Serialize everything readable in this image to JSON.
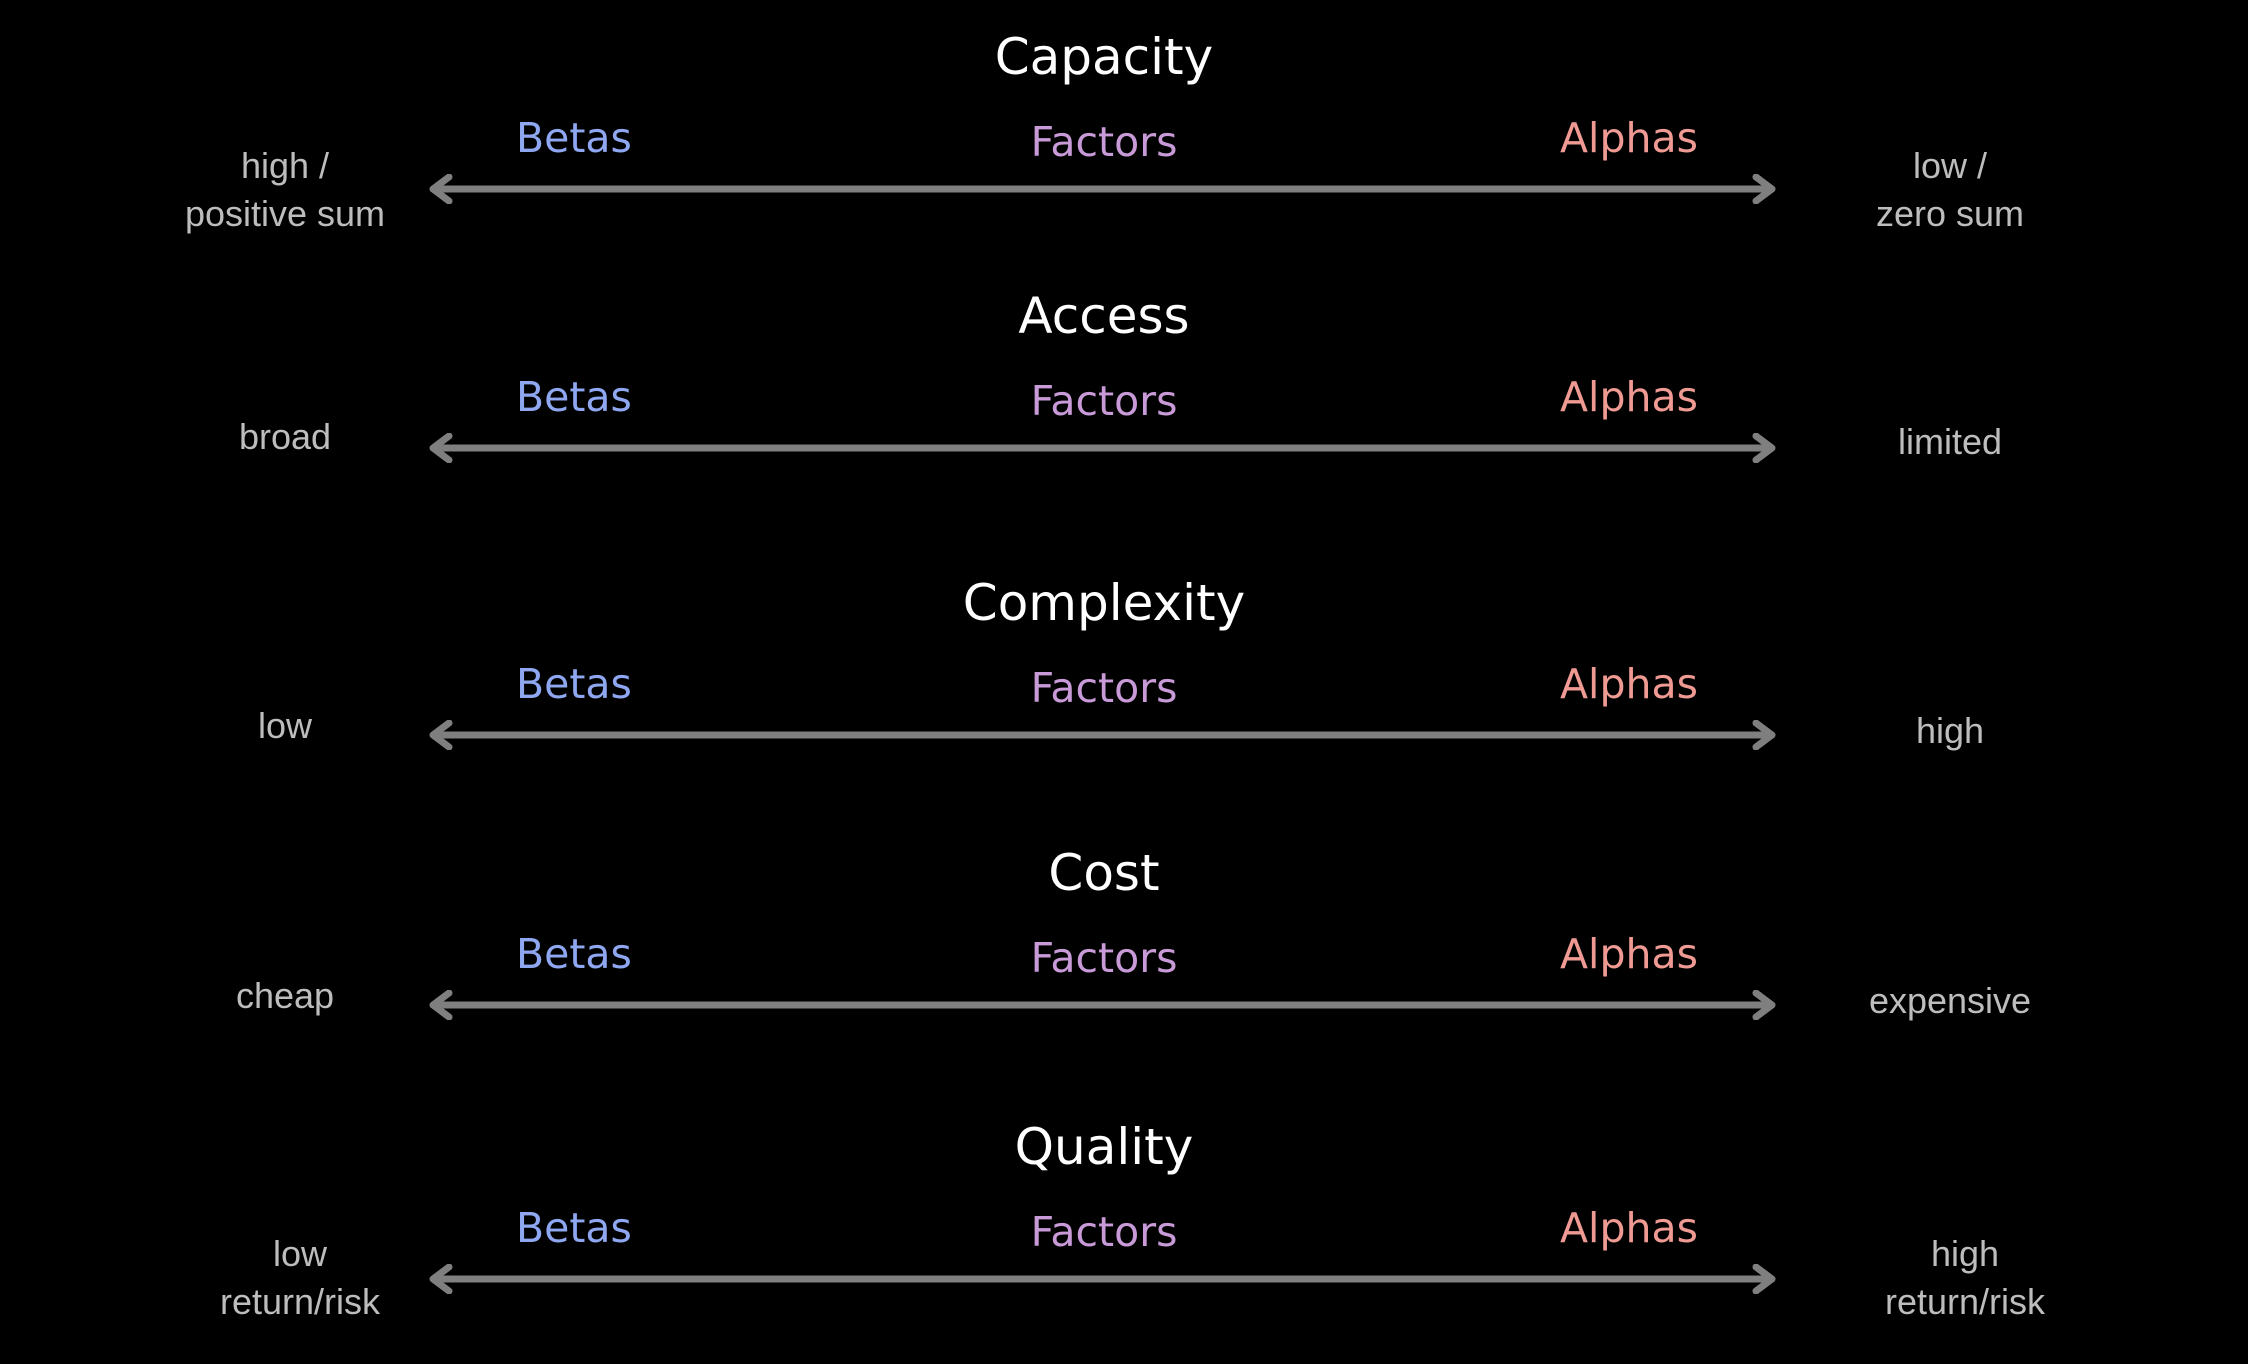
{
  "labels": {
    "betas": "Betas",
    "factors": "Factors",
    "alphas": "Alphas"
  },
  "rows": [
    {
      "title": "Capacity",
      "left": "high /\npositive sum",
      "right": "low /\nzero sum"
    },
    {
      "title": "Access",
      "left": "broad",
      "right": "limited"
    },
    {
      "title": "Complexity",
      "left": "low",
      "right": "high"
    },
    {
      "title": "Cost",
      "left": "cheap",
      "right": "expensive"
    },
    {
      "title": "Quality",
      "left": "low\nreturn/risk",
      "right": "high\nreturn/risk"
    }
  ],
  "colors": {
    "background": "#000000",
    "title": "#ffffff",
    "betas": "#8ea7f0",
    "factors": "#c99ad8",
    "alphas": "#ef9a92",
    "axis": "#7f7f7f",
    "end_labels": "#bdbdbd"
  }
}
